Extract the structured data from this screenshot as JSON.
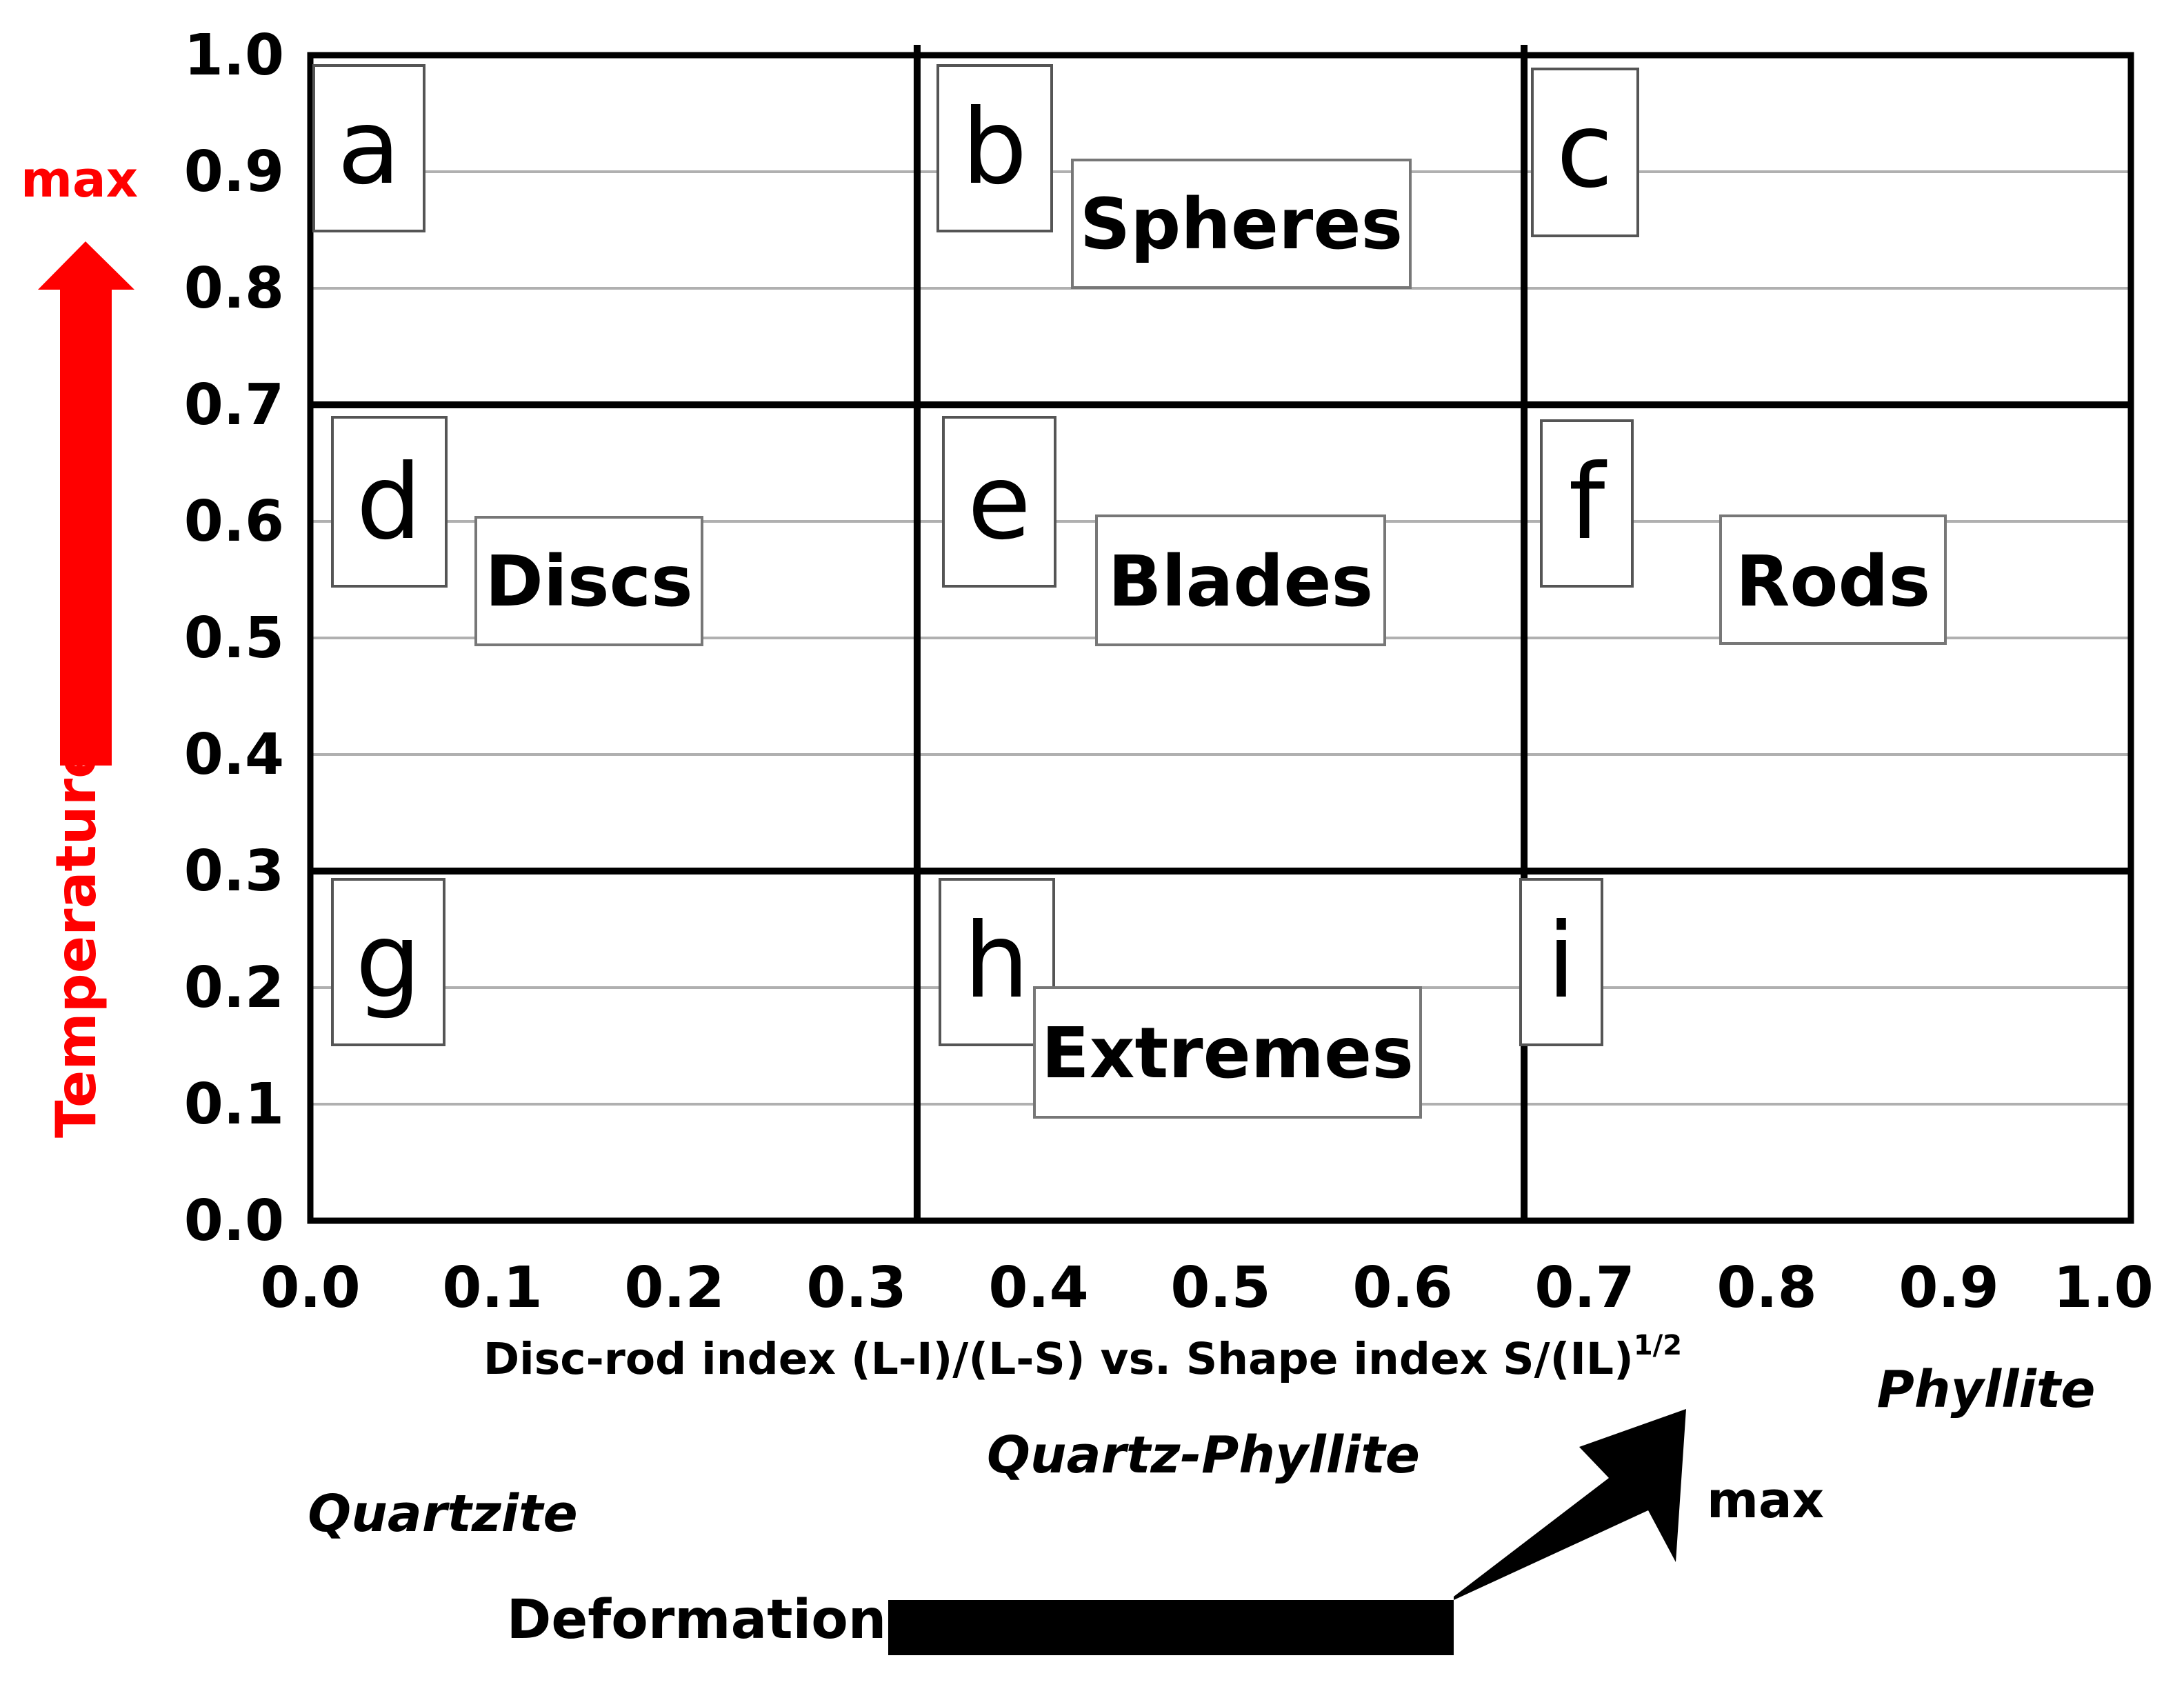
{
  "chart_data": {
    "type": "table",
    "xlabel_main": "Disc-rod index (L-I)/(L-S) vs. Shape index S/(IL)",
    "xlabel_sup": "1/2",
    "xlim": [
      0.0,
      1.0
    ],
    "ylim": [
      0.0,
      1.0
    ],
    "x_ticks": [
      "0.0",
      "0.1",
      "0.2",
      "0.3",
      "0.4",
      "0.5",
      "0.6",
      "0.7",
      "0.8",
      "0.9",
      "1.0"
    ],
    "y_ticks": [
      "0.0",
      "0.1",
      "0.2",
      "0.3",
      "0.4",
      "0.5",
      "0.6",
      "0.7",
      "0.8",
      "0.9",
      "1.0"
    ],
    "grid": "horizontal",
    "x_dividers": [
      0.3333,
      0.6667
    ],
    "y_dividers": [
      0.3,
      0.7
    ],
    "cells": [
      {
        "letter": "a",
        "name": "",
        "col": 0,
        "row": 0
      },
      {
        "letter": "b",
        "name": "Spheres",
        "col": 1,
        "row": 0
      },
      {
        "letter": "c",
        "name": "",
        "col": 2,
        "row": 0
      },
      {
        "letter": "d",
        "name": "Discs",
        "col": 0,
        "row": 1
      },
      {
        "letter": "e",
        "name": "Blades",
        "col": 1,
        "row": 1
      },
      {
        "letter": "f",
        "name": "Rods",
        "col": 2,
        "row": 1
      },
      {
        "letter": "g",
        "name": "",
        "col": 0,
        "row": 2
      },
      {
        "letter": "h",
        "name": "Extremes",
        "col": 1,
        "row": 2
      },
      {
        "letter": "i",
        "name": "",
        "col": 2,
        "row": 2
      }
    ]
  },
  "temperature_axis": {
    "label": "Temperature",
    "max_label": "max",
    "color": "#ff0000"
  },
  "deformation_axis": {
    "label": "Deformation",
    "max_label": "max",
    "color": "#000000"
  },
  "rock_types": {
    "quartzite": "Quartzite",
    "quartz_phyllite": "Quartz-Phyllite",
    "phyllite": "Phyllite"
  }
}
